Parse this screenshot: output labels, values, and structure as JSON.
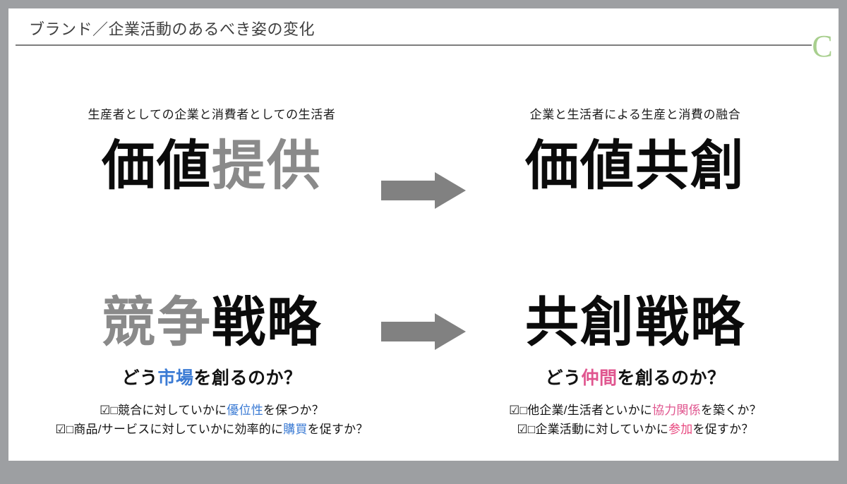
{
  "header": {
    "title": "ブランド／企業活動のあるべき姿の変化",
    "logo_letter": "C",
    "logo_color": "#a8cf8e",
    "rule_color": "#7d7d7d"
  },
  "arrow": {
    "direction": "right",
    "color": "#818181"
  },
  "sections": [
    {
      "id": "value",
      "left": {
        "caption": "生産者としての企業と消費者としての生活者",
        "headline_dark": "価値",
        "headline_gray": "提供"
      },
      "right": {
        "caption": "企業と生活者による生産と消費の融合",
        "headline_dark": "価値共創",
        "headline_gray": ""
      }
    },
    {
      "id": "strategy",
      "left": {
        "headline_gray": "競争",
        "headline_dark": "戦略",
        "question_prefix": "どう",
        "question_accent": "市場",
        "question_suffix": "を創るのか？",
        "accent_color": "#3b7bd4",
        "bullets": [
          {
            "marker": "☑□",
            "before": "競合に対していかに",
            "accent": "優位性",
            "after": "を保つか？",
            "accent_color": "#3b7bd4"
          },
          {
            "marker": "☑□",
            "before": "商品/サービスに対していかに効率的に",
            "accent": "購買",
            "after": "を促すか？",
            "accent_color": "#3b7bd4"
          }
        ]
      },
      "right": {
        "headline_dark": "共創戦略",
        "question_prefix": "どう",
        "question_accent": "仲間",
        "question_suffix": "を創るのか？",
        "accent_color": "#e0568f",
        "bullets": [
          {
            "marker": "☑□",
            "before": "他企業/生活者といかに",
            "accent": "協力関係",
            "after": "を築くか？",
            "accent_color": "#e0568f"
          },
          {
            "marker": "☑□",
            "before": "企業活動に対していかに",
            "accent": "参加",
            "after": "を促すか？",
            "accent_color": "#e8487f"
          }
        ]
      }
    }
  ]
}
